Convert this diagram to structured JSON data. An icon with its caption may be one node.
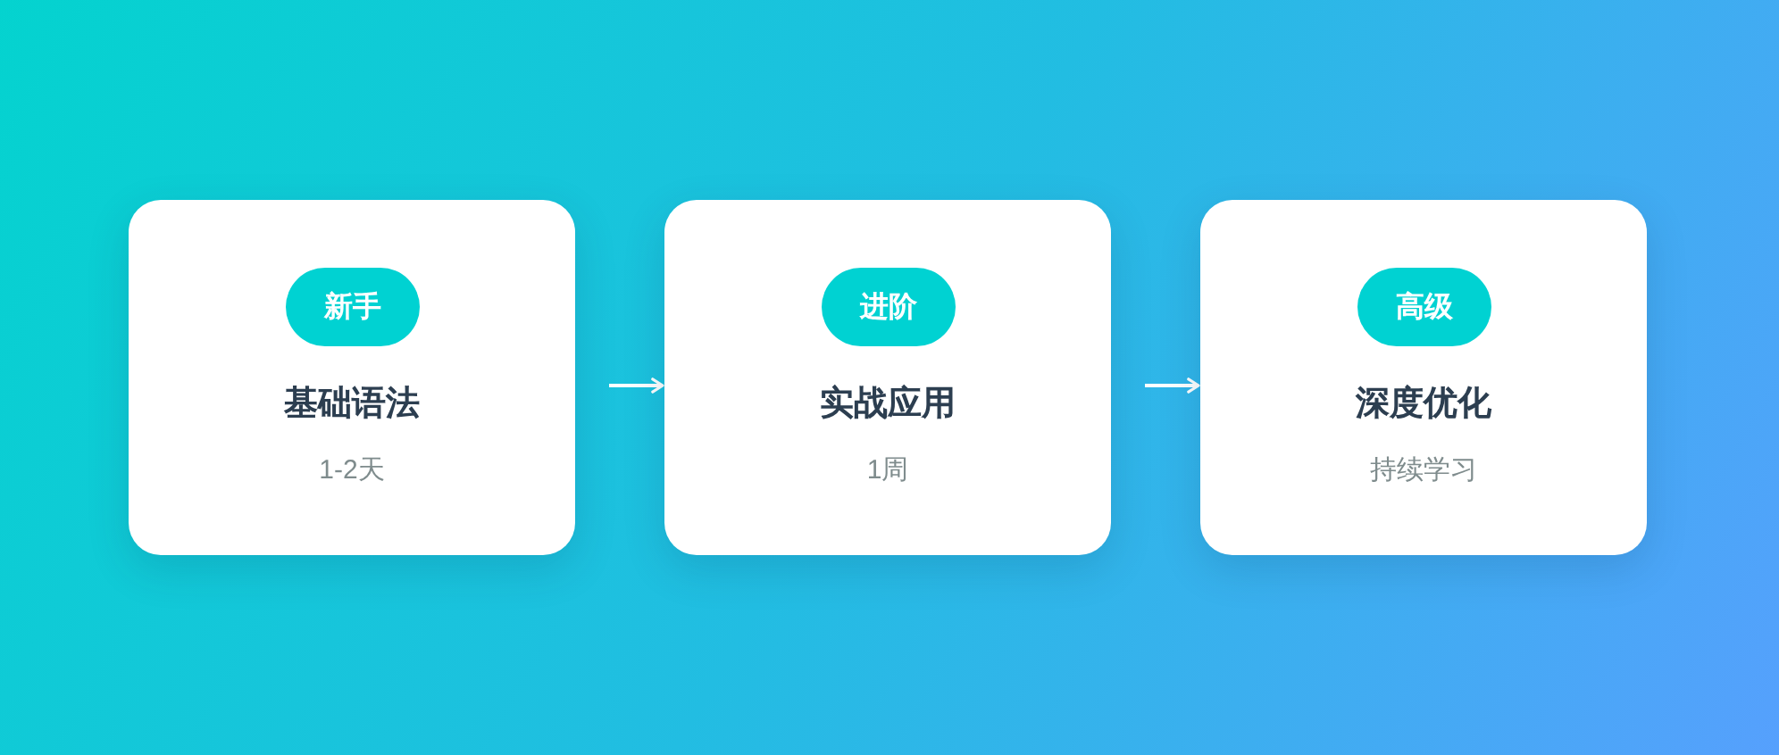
{
  "diagram": {
    "nodes": [
      {
        "text": [
          "基础语法",
          "1-2天"
        ]
      },
      {
        "text": [
          "新手"
        ],
        "in": 0
      },
      {
        "text": [
          "实战应用",
          "1周"
        ]
      },
      {
        "text": [
          "进阶"
        ],
        "in": 2
      },
      {
        "text": [
          "深度优化",
          "持续学习"
        ]
      },
      {
        "text": [
          "高级"
        ],
        "in": 4
      }
    ],
    "edges": [
      {
        "from": 0,
        "to": 2,
        "arrow": "to"
      },
      {
        "from": 2,
        "to": 4,
        "arrow": "to"
      }
    ]
  }
}
